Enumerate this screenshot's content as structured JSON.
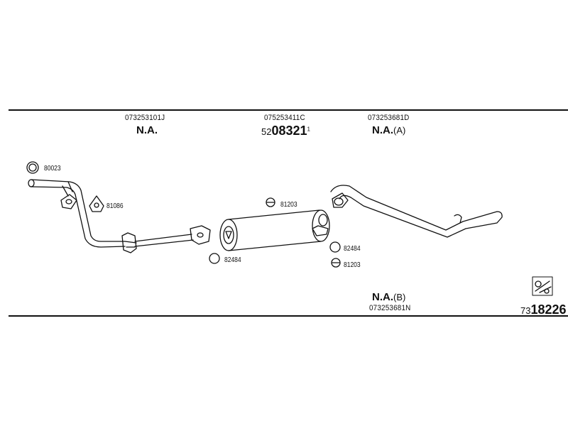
{
  "top_labels": {
    "left_code": "073253101J",
    "left_na": "N.A.",
    "mid_code": "075253411C",
    "mid_prefix": "52",
    "mid_number": "08321",
    "mid_sup": "1",
    "right_code": "073253681D",
    "right_na": "N.A.",
    "right_suffix": "(A)"
  },
  "part_refs": {
    "gasket_80023": "80023",
    "gasket_81086": "81086",
    "ring_81203_top": "81203",
    "ring_82484_left": "82484",
    "ring_82484_right": "82484",
    "ring_81203_bottom": "81203"
  },
  "bottom_labels": {
    "na": "N.A.",
    "na_suffix": "(B)",
    "code": "073253681N",
    "diagram_prefix": "73",
    "diagram_number": "18226"
  },
  "icons": [
    "ring-clamp-icon",
    "flange-gasket-icon",
    "rubber-hanger-icon",
    "clamp-kit-icon"
  ]
}
